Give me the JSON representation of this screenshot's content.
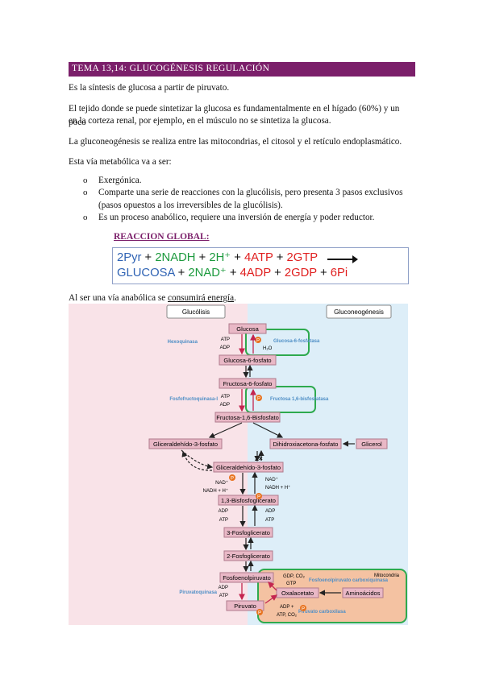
{
  "header": {
    "title": "TEMA 13,14: GLUCOGÉNESIS REGULACIÓN"
  },
  "paragraphs": {
    "p1": "Es la síntesis de glucosa a partir de piruvato.",
    "p2a": "El tejido donde se puede sintetizar la glucosa es fundamentalmente en el hígado (60%) y un poco",
    "p2b": "en la corteza renal, por ejemplo, en el músculo no se sintetiza la glucosa.",
    "p3": "La gluconeogénesis se realiza entre las mitocondrias, el citosol y el retículo endoplasmático.",
    "p4": "Esta vía metabólica va a ser:"
  },
  "bullets": {
    "marker": "o",
    "b1": "Exergónica.",
    "b2a": "Comparte una serie de reacciones con la glucólisis, pero presenta 3 pasos exclusivos",
    "b2b": "(pasos opuestos a los irreversibles de la glucólisis).",
    "b3": "Es un proceso anabólico, requiere una inversión de energía y poder reductor."
  },
  "reaction": {
    "heading": "REACCION GLOBAL:",
    "line1": {
      "a": "2Pyr",
      "p1": " + ",
      "b": "2NADH",
      "p2": " + ",
      "c": "2H⁺",
      "p3": " + ",
      "d": "4ATP",
      "p4": " + ",
      "e": "2GTP"
    },
    "line2": {
      "a": "GLUCOSA",
      "p1": " + ",
      "b": "2NAD⁺",
      "p2": " + ",
      "c": "4ADP",
      "p3": " + ",
      "d": "2GDP",
      "p4": " + ",
      "e": "6Pi"
    }
  },
  "energy": {
    "prefix": "Al ser una vía anabólica se ",
    "underlined": "consumirá energía",
    "suffix": "."
  },
  "figure": {
    "col_left": "Glucólisis",
    "col_right": "Gluconeogénesis",
    "glucosa": "Glucosa",
    "g6p": "Glucosa-6-fosfato",
    "f6p": "Fructosa-6-fosfato",
    "f16bp": "Fructosa-1,6-Bisfosfato",
    "gad3p_left": "Gliceraldehído-3-fosfato",
    "dhap": "Dihidroxiacetona-fosfato",
    "glicerol": "Glicerol",
    "two_x": "2×",
    "gad3p": "Gliceraldehído-3-fosfato",
    "bpg13": "1,3-Bisfosfoglicerato",
    "pg3": "3-Fosfoglicerato",
    "pg2": "2-Fosfoglicerato",
    "pep": "Fosfoenolpiruvato",
    "piruvato": "Piruvato",
    "oxalacetato": "Oxalacetato",
    "aminoacidos": "Aminoácidos",
    "mitocondria": "Mitocondria",
    "hexoquinasa": "Hexoquinasa",
    "g6pasa": "Glucosa-6-fosfatasa",
    "pfk": "Fosfofructoquinasa-I",
    "fbpasa": "Fructosa 1,6-bisfosfatasa",
    "piruvatoquinasa": "Piruvatoquinasa",
    "pepck": "Fosfoenolpiruvato carboxiquinasa",
    "pc": "Piruvato carboxilasa",
    "atp": "ATP",
    "adp": "ADP",
    "h2o": "H₂O",
    "nad": "NAD⁺",
    "nadh": "NADH + H⁺",
    "gdp_co2": "GDP, CO₂",
    "gtp": "GTP",
    "adp_plus": "ADP +",
    "atp_co2": "ATP, CO₂",
    "p_circle": "P"
  },
  "colors": {
    "header_bg": "#7b1f6a",
    "heading_purple": "#7b1f6a",
    "eq_blue": "#2f63b4",
    "eq_green": "#1d9a3e",
    "eq_red": "#e02020",
    "fig_pink_bg": "#f9e3e8",
    "fig_blue_bg": "#ddeef8",
    "box_fill": "#e9b8c6",
    "enzyme_blue": "#4f8fc6",
    "green_outline": "#2eaa4e",
    "mito_fill": "#f4c2a2",
    "arrow_red": "#c4254f"
  }
}
